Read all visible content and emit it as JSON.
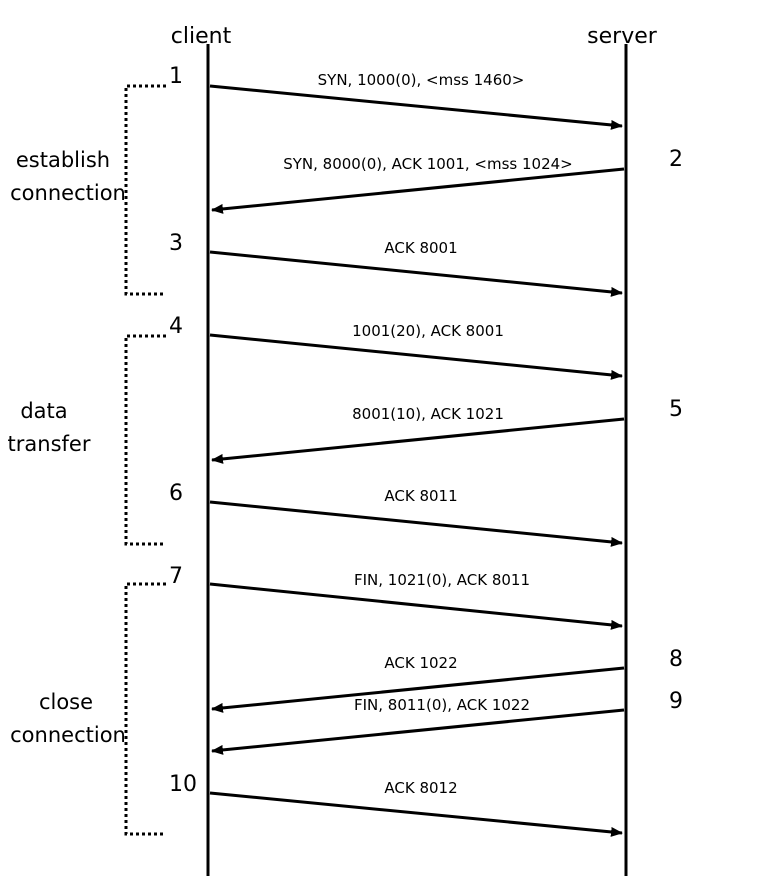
{
  "header": {
    "client_label": "client",
    "server_label": "server"
  },
  "phases": [
    {
      "line1": "establish",
      "line2": "connection"
    },
    {
      "line1": "data",
      "line2": "transfer"
    },
    {
      "line1": "close",
      "line2": "connection"
    }
  ],
  "messages": [
    {
      "step": "1",
      "direction": "client-to-server",
      "label": "SYN, 1000(0), <mss 1460>"
    },
    {
      "step": "2",
      "direction": "server-to-client",
      "label": "SYN, 8000(0), ACK 1001, <mss 1024>"
    },
    {
      "step": "3",
      "direction": "client-to-server",
      "label": "ACK 8001"
    },
    {
      "step": "4",
      "direction": "client-to-server",
      "label": "1001(20), ACK 8001"
    },
    {
      "step": "5",
      "direction": "server-to-client",
      "label": "8001(10), ACK 1021"
    },
    {
      "step": "6",
      "direction": "client-to-server",
      "label": "ACK 8011"
    },
    {
      "step": "7",
      "direction": "client-to-server",
      "label": "FIN, 1021(0), ACK 8011"
    },
    {
      "step": "8",
      "direction": "server-to-client",
      "label": "ACK 1022"
    },
    {
      "step": "9",
      "direction": "server-to-client",
      "label": "FIN, 8011(0), ACK 1022"
    },
    {
      "step": "10",
      "direction": "client-to-server",
      "label": "ACK 8012"
    }
  ]
}
